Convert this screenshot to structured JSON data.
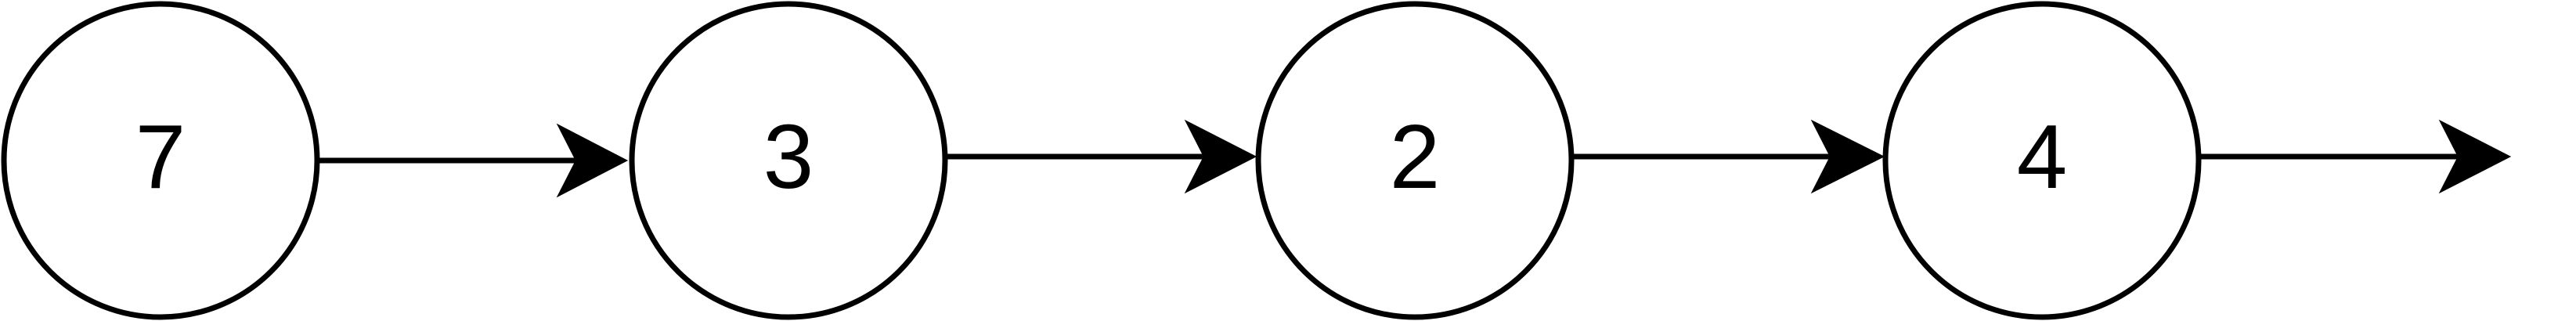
{
  "diagram": {
    "type": "linked-list",
    "nodes": [
      {
        "label": "7"
      },
      {
        "label": "3"
      },
      {
        "label": "2"
      },
      {
        "label": "4"
      }
    ],
    "colors": {
      "background": "#ffffff",
      "stroke": "#000000",
      "text": "#000000"
    }
  }
}
